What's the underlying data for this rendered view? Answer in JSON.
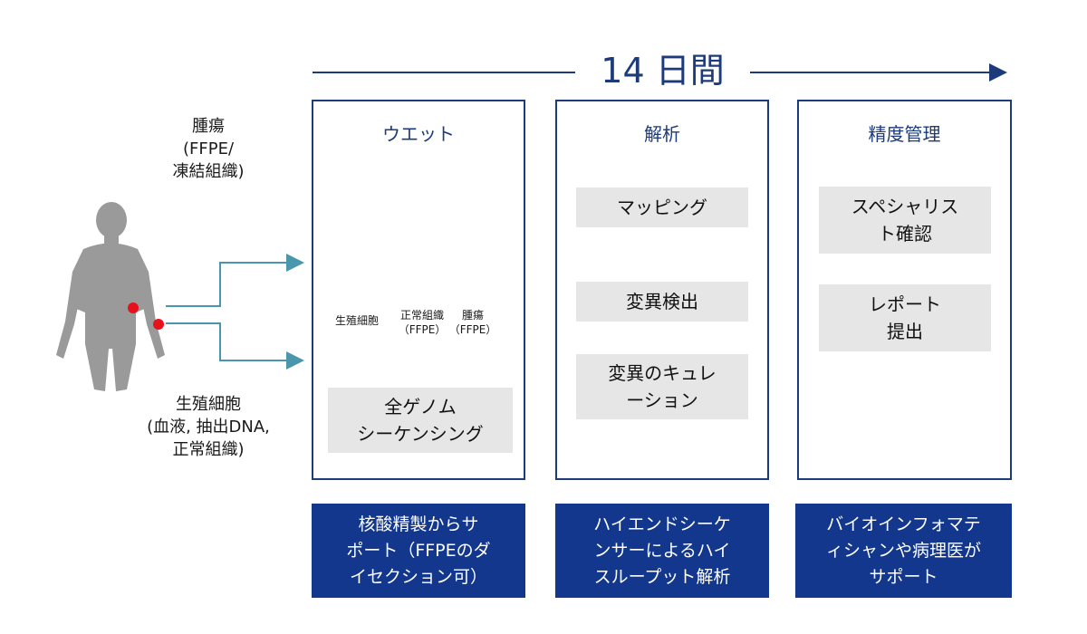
{
  "timeline": {
    "label": "14 日間"
  },
  "left": {
    "tumor_label": "腫瘍\n(FFPE/\n凍結組織)",
    "germline_label": "生殖細胞\n(血液, 抽出DNA,\n正常組織)"
  },
  "panels": [
    {
      "title": "ウエット",
      "tube_labels": [
        "生殖細胞",
        "正常組織\n（FFPE）",
        "腫瘍\n（FFPE）"
      ],
      "steps": [
        "全ゲノム\nシーケンシング"
      ],
      "footer": "核酸精製からサ\nポート（FFPEのダ\nイセクション可）"
    },
    {
      "title": "解析",
      "steps": [
        "マッピング",
        "変異検出",
        "変異のキュレ\nーション"
      ],
      "footer": "ハイエンドシーケ\nンサーによるハイ\nスループット解析"
    },
    {
      "title": "精度管理",
      "steps": [
        "スペシャリス\nト確認",
        "レポート\n提出"
      ],
      "footer": "バイオインフォマテ\nィシャンや病理医が\nサポート"
    }
  ],
  "colors": {
    "navy": "#1d3a7a",
    "footer_bg": "#13378c",
    "teal": "#4a96ad",
    "step_bg": "#e6e6e6",
    "dot": "#e8101a"
  }
}
